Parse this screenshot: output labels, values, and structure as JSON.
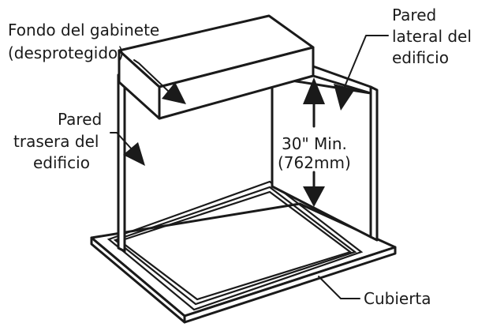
{
  "labels": {
    "cabinet_bottom_line1": "Fondo del gabinete",
    "cabinet_bottom_line2": "(desprotegido)",
    "side_wall_line1": "Pared",
    "side_wall_line2": "lateral del",
    "side_wall_line3": "edificio",
    "rear_wall_line1": "Pared",
    "rear_wall_line2": "trasera del",
    "rear_wall_line3": "edificio",
    "clearance_line1": "30\" Min.",
    "clearance_line2": "(762mm)",
    "countertop": "Cubierta"
  },
  "colors": {
    "ink": "#1a1a1a",
    "background": "#ffffff"
  }
}
